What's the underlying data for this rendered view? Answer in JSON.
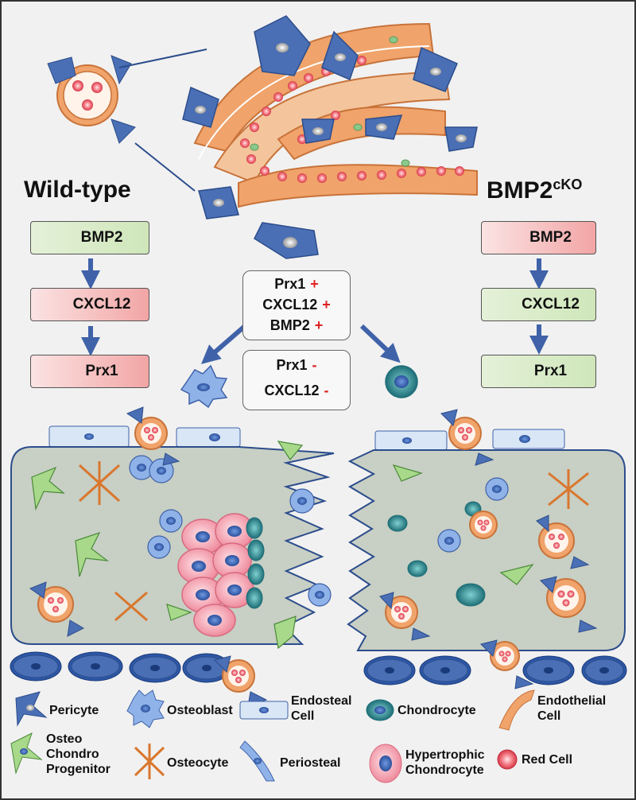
{
  "titles": {
    "wild": "Wild-type",
    "cko_base": "BMP2",
    "cko_sup": "cKO"
  },
  "wild_boxes": [
    {
      "label": "BMP2",
      "dir": "up"
    },
    {
      "label": "CXCL12",
      "dir": "down"
    },
    {
      "label": "Prx1",
      "dir": "down"
    }
  ],
  "cko_boxes": [
    {
      "label": "BMP2",
      "dir": "down"
    },
    {
      "label": "CXCL12",
      "dir": "up"
    },
    {
      "label": "Prx1",
      "dir": "up"
    }
  ],
  "center_top": [
    {
      "label": "Prx1",
      "sign": "+"
    },
    {
      "label": "CXCL12",
      "sign": "+"
    },
    {
      "label": "BMP2",
      "sign": "+"
    }
  ],
  "center_bottom": [
    {
      "label": "Prx1",
      "sign": "-"
    },
    {
      "label": "CXCL12",
      "sign": "-"
    }
  ],
  "legend": {
    "pericyte": "Pericyte",
    "osteoblast": "Osteoblast",
    "endosteal": "Endosteal\nCell",
    "chondrocyte": "Chondrocyte",
    "endothelial": "Endothelial\nCell",
    "progenitor": "Osteo\nChondro\nProgenitor",
    "osteocyte": "Osteocyte",
    "periosteal": "Periosteal",
    "hypertrophic": "Hypertrophic\nChondrocyte",
    "red_cell": "Red Cell"
  },
  "colors": {
    "pericyte": "#4a6fb5",
    "endothelial": "#f0a36a",
    "red_cell": "#e8505a",
    "bone": "#c8cfc4",
    "chondrocyte": "#2e8c8c",
    "progenitor": "#a8d98a",
    "osteocyte": "#d9772e",
    "hypertrophic": "#f3a8b4"
  }
}
